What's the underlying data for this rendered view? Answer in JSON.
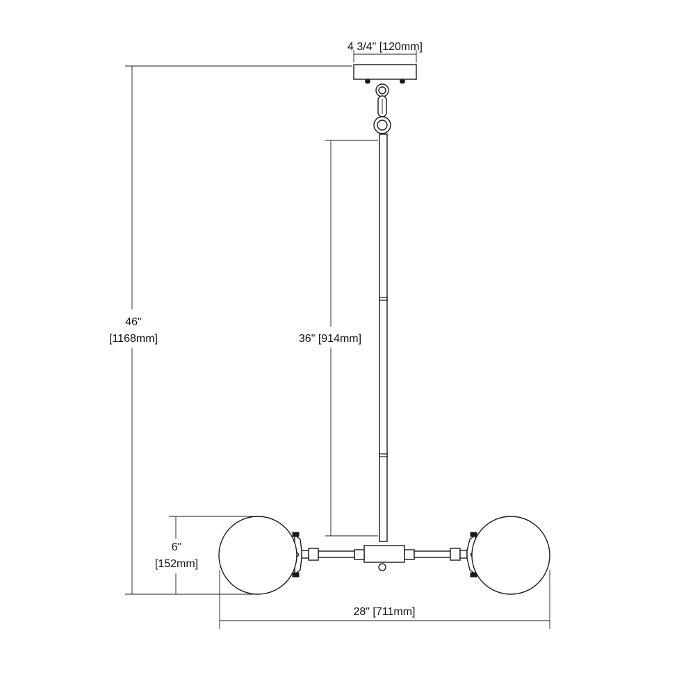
{
  "dimensions": {
    "canopy_width": "4 3/4\" [120mm]",
    "overall_height_imperial": "46\"",
    "overall_height_metric": "[1168mm]",
    "rod_length": "36\" [914mm]",
    "globe_height_imperial": "6\"",
    "globe_height_metric": "[152mm]",
    "overall_width": "28\" [711mm]"
  },
  "colors": {
    "line": "#1a1a1a",
    "background": "#ffffff"
  }
}
